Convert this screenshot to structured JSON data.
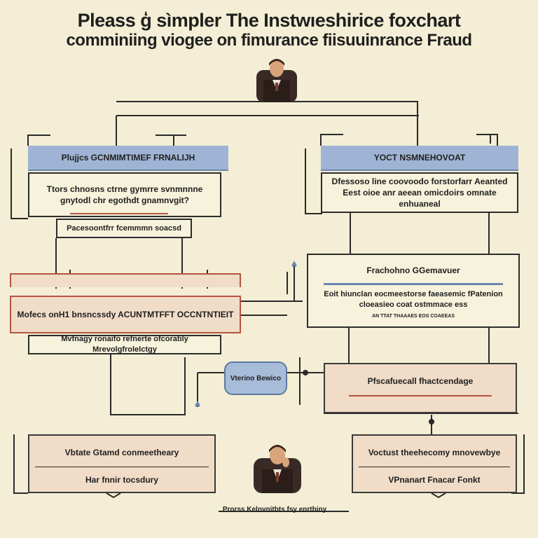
{
  "title": {
    "line1": "Pleass ģ sìmpler The Instwıeshirice foxchart",
    "line2": "comminiing viogee on fimurance fiisuuinrance Fraud"
  },
  "left_branch": {
    "header": "Plujjcs GCNMIMTIMEF FRNALIJH",
    "body": "Ttors chnosns ctrne gymrre svnmnnne gnytodl chr egothdt gnamnvgit?",
    "subbox": "Pacesoontfrr fcemmmn soacsd",
    "alert": "Mofecs onH1 bnsncssdy ACUNTMTFFT OCCNTNTIEIT",
    "note": "Mvfnagy ronaifo refnerte ofcoratily Mrevolgfrolelctgy"
  },
  "right_branch": {
    "header": "YOCT NSMNEHOVOAT",
    "body": "Dfessoso line coovoodo forstorfarr Aeanted Eest oioe anr aeean omicdoirs omnate enhuaneal",
    "panel_title": "Frachohno GGemavuer",
    "panel_body": "Eoit hiunclan eocmeestorse faeasemic fPatenion cloeasieo coat ostmmace ess",
    "panel_fine": "AN TTAT THAAAES EOS COAEEAS",
    "decision": "Pfscafuecall fhactcendage"
  },
  "center_node": "Vterino Bewico",
  "bottom_left": {
    "title": "Vbtate Gtamd conmeetheary",
    "sub": "Har fnnir tocsdury"
  },
  "bottom_right": {
    "title": "Voctust theehecomy mnovewbye",
    "sub": "VPnanart Fnacar Fonkt"
  },
  "footer": "Prorss Kelnvnitbts fsy enrthiny",
  "colors": {
    "background": "#f3eed5",
    "header_blue": "#9fb4d4",
    "alert_red": "#b5543f",
    "peach": "#f0dcc7"
  }
}
